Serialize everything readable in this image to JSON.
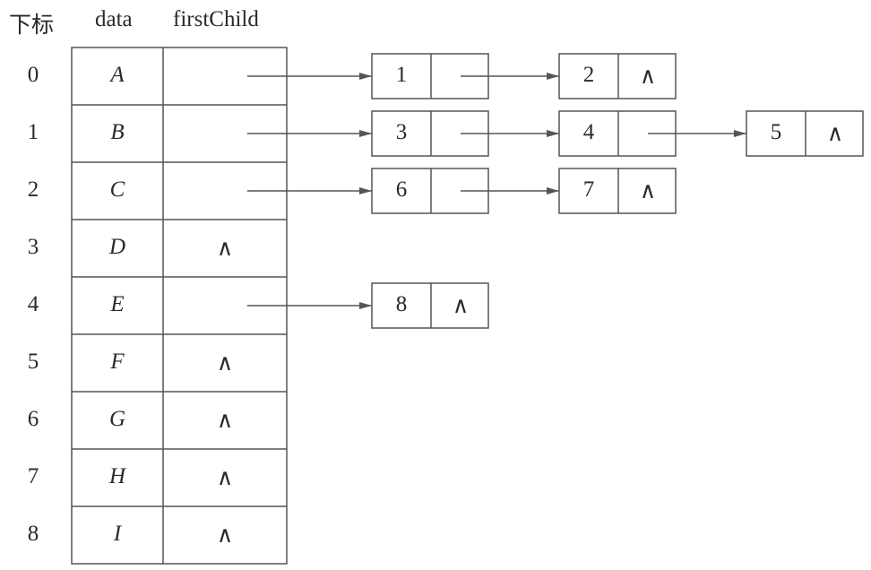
{
  "headers": {
    "index": "下标",
    "data": "data",
    "first_child": "firstChild"
  },
  "null_symbol": "∧",
  "colors": {
    "line": "#555555",
    "text": "#2a2a2a"
  },
  "rows": [
    {
      "index": "0",
      "data": "A",
      "first_child": "",
      "list": [
        {
          "child": "1",
          "next": ""
        },
        {
          "child": "2",
          "next": "∧"
        }
      ]
    },
    {
      "index": "1",
      "data": "B",
      "first_child": "",
      "list": [
        {
          "child": "3",
          "next": ""
        },
        {
          "child": "4",
          "next": ""
        },
        {
          "child": "5",
          "next": "∧"
        }
      ]
    },
    {
      "index": "2",
      "data": "C",
      "first_child": "",
      "list": [
        {
          "child": "6",
          "next": ""
        },
        {
          "child": "7",
          "next": "∧"
        }
      ]
    },
    {
      "index": "3",
      "data": "D",
      "first_child": "∧",
      "list": []
    },
    {
      "index": "4",
      "data": "E",
      "first_child": "",
      "list": [
        {
          "child": "8",
          "next": "∧"
        }
      ]
    },
    {
      "index": "5",
      "data": "F",
      "first_child": "∧",
      "list": []
    },
    {
      "index": "6",
      "data": "G",
      "first_child": "∧",
      "list": []
    },
    {
      "index": "7",
      "data": "H",
      "first_child": "∧",
      "list": []
    },
    {
      "index": "8",
      "data": "I",
      "first_child": "∧",
      "list": []
    }
  ]
}
